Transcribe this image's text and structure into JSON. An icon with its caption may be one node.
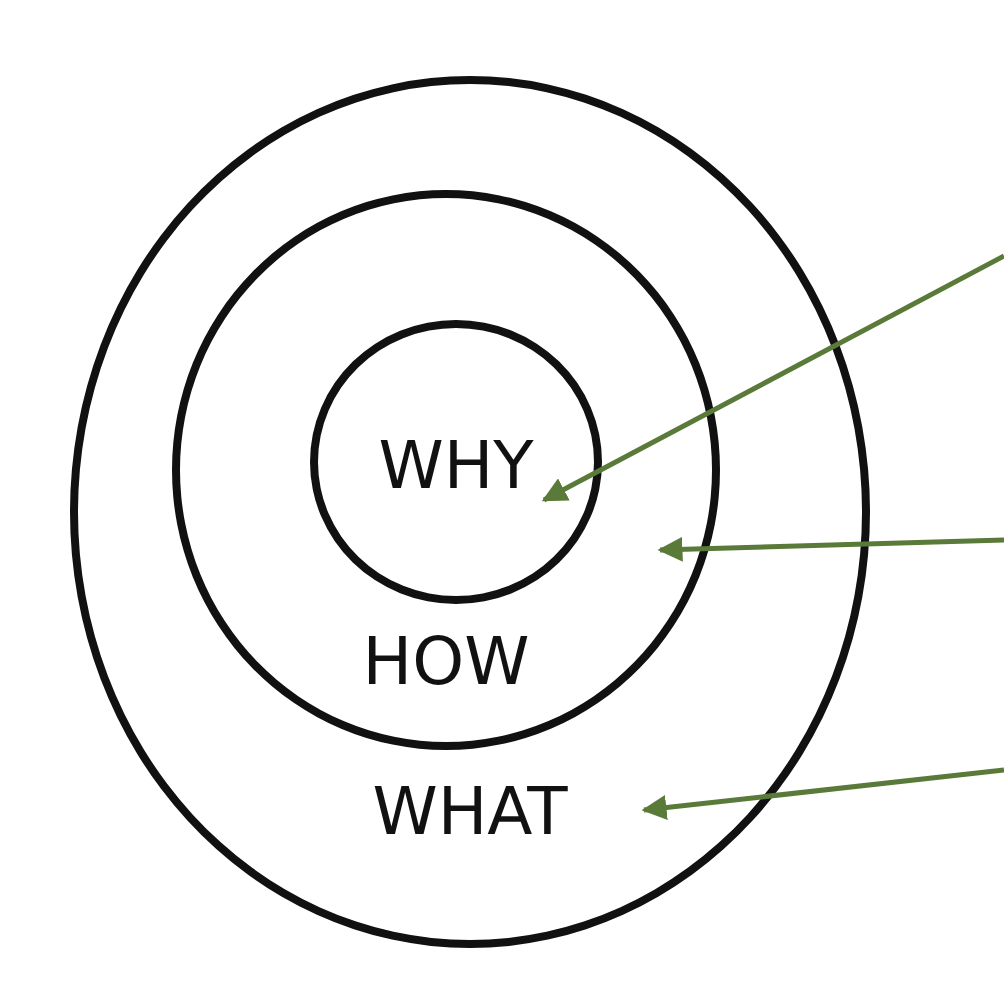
{
  "diagram": {
    "nodes": [
      {
        "text": [
          "WHAT"
        ]
      },
      {
        "text": [
          "HOW"
        ],
        "in": 0
      },
      {
        "text": [
          "WHY"
        ],
        "in": 1
      }
    ],
    "edges": [
      {
        "from": null,
        "to": 2,
        "arrow": "to"
      },
      {
        "from": null,
        "to": 1,
        "arrow": "to"
      },
      {
        "from": null,
        "to": 0,
        "arrow": "to"
      }
    ]
  }
}
